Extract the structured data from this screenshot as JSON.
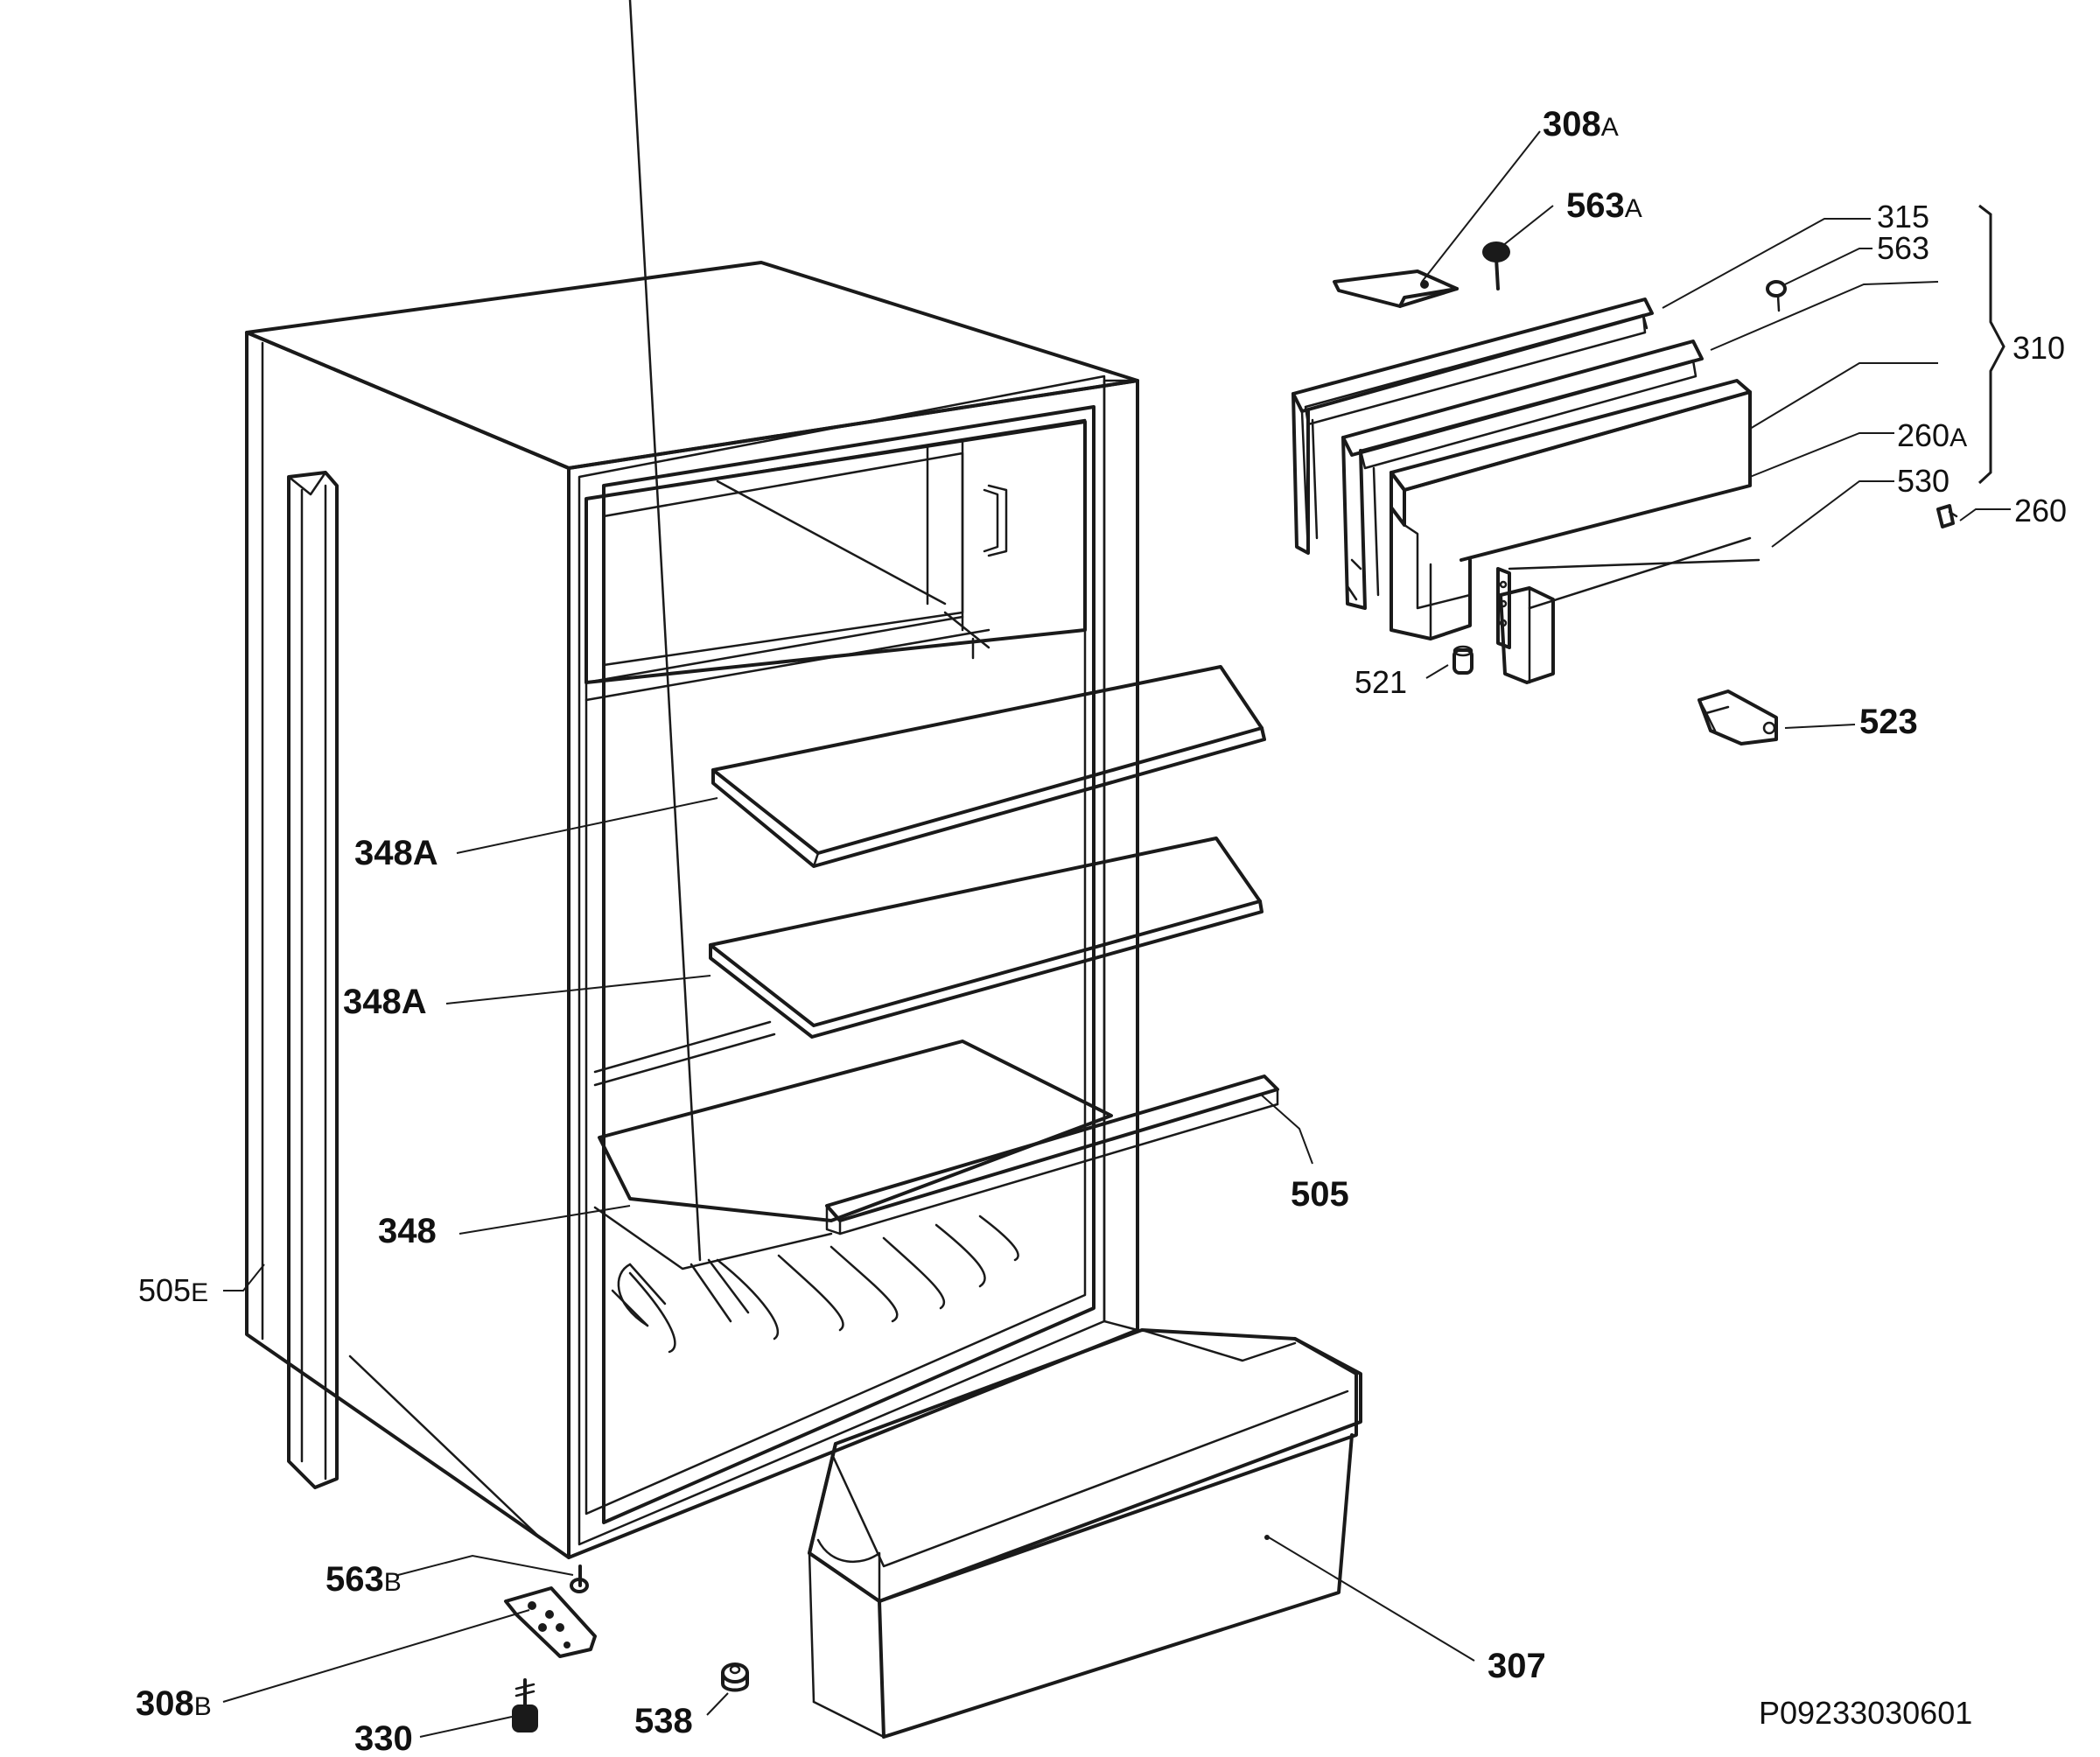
{
  "labels": {
    "l308A": {
      "num": "308",
      "suffix": "A"
    },
    "l563A": {
      "num": "563",
      "suffix": "A"
    },
    "l315": "315",
    "l563": "563",
    "l310": "310",
    "l260A": {
      "num": "260",
      "suffix": "A"
    },
    "l530": "530",
    "l260": "260",
    "l521": "521",
    "l523": "523",
    "l348A_1": "348A",
    "l348A_2": "348A",
    "l505": "505",
    "l348": "348",
    "l505E": {
      "num": "505",
      "suffix": "E"
    },
    "l563B": {
      "num": "563",
      "suffix": "B"
    },
    "l308B": {
      "num": "308",
      "suffix": "B"
    },
    "l330": "330",
    "l538": "538",
    "l307": "307"
  },
  "drawing_code": "P09233030601"
}
